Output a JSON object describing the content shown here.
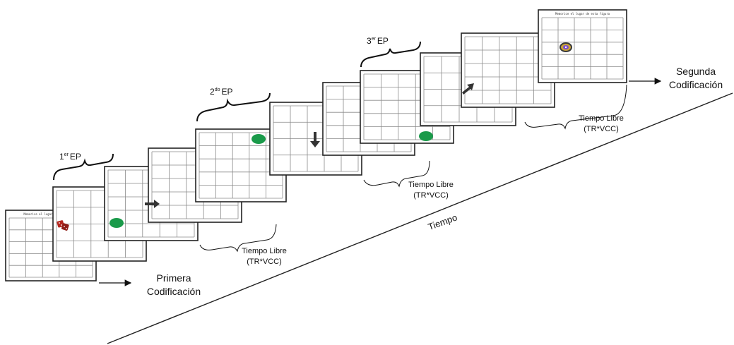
{
  "labels": {
    "ep1_num": "1",
    "ep1_sup": "er",
    "ep1_word": "EP",
    "ep2_num": "2",
    "ep2_sup": "do",
    "ep2_word": "EP",
    "ep3_num": "3",
    "ep3_sup": "er",
    "ep3_word": "EP",
    "primera_line1": "Primera",
    "primera_line2": "Codificación",
    "segunda_line1": "Segunda",
    "segunda_line2": "Codificación",
    "tiempo": "Tiempo",
    "libre1_line1": "Tiempo Libre",
    "libre1_line2": "(TR*VCC)",
    "libre2_line1": "Tiempo Libre",
    "libre2_line2": "(TR*VCC)",
    "libre3_line1": "Tiempo Libre",
    "libre3_line2": "(TR*VCC)"
  },
  "screens": {
    "first_header": "Memorice el lugar de esta figura",
    "last_header": "Memorice el lugar de esta figura"
  },
  "colors": {
    "stroke": "#222222",
    "grid": "#8a8a8a",
    "green_dot": "#1a9a4a",
    "arrow": "#333333",
    "dice": "#b3261e"
  },
  "icons": {
    "first_figure": "dice-icon",
    "last_figure": "cd-disc-icon",
    "arrows": [
      "arrow-right-icon",
      "arrow-down-icon",
      "arrow-up-right-icon"
    ]
  }
}
